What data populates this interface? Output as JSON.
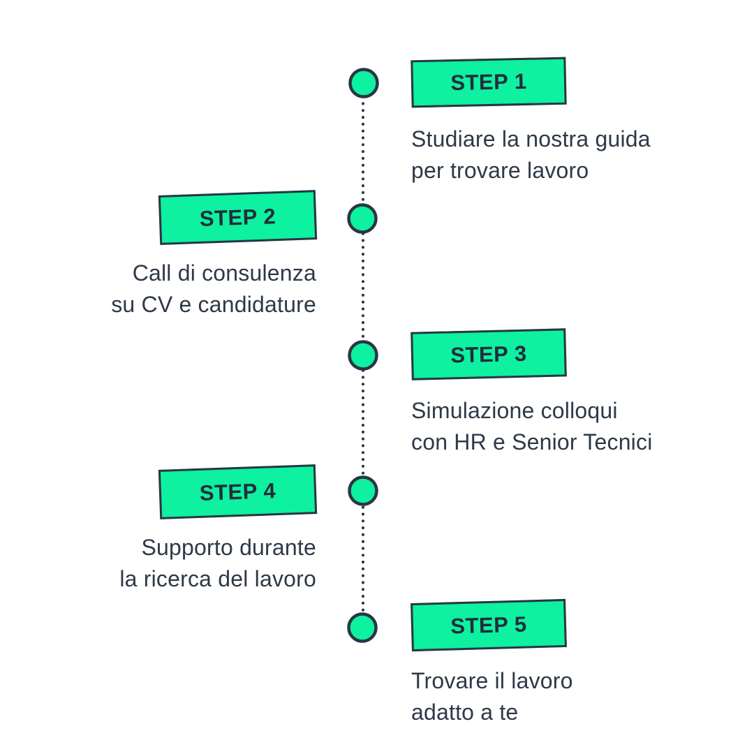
{
  "colors": {
    "accent_green": "#0DF1A0",
    "dark_navy": "#2B3543",
    "background": "#FFFFFF"
  },
  "timeline": {
    "node_count": 5,
    "style": "dotted-vertical-line-with-circle-nodes"
  },
  "steps": [
    {
      "badge": "STEP 1",
      "side": "right",
      "line1": "Studiare la nostra guida",
      "line2": "per trovare lavoro"
    },
    {
      "badge": "STEP 2",
      "side": "left",
      "line1": "Call di consulenza",
      "line2": "su CV e candidature"
    },
    {
      "badge": "STEP 3",
      "side": "right",
      "line1": "Simulazione colloqui",
      "line2": "con HR e Senior Tecnici"
    },
    {
      "badge": "STEP 4",
      "side": "left",
      "line1": "Supporto durante",
      "line2": "la ricerca del lavoro"
    },
    {
      "badge": "STEP 5",
      "side": "right",
      "line1": "Trovare il lavoro",
      "line2": "adatto a te"
    }
  ]
}
